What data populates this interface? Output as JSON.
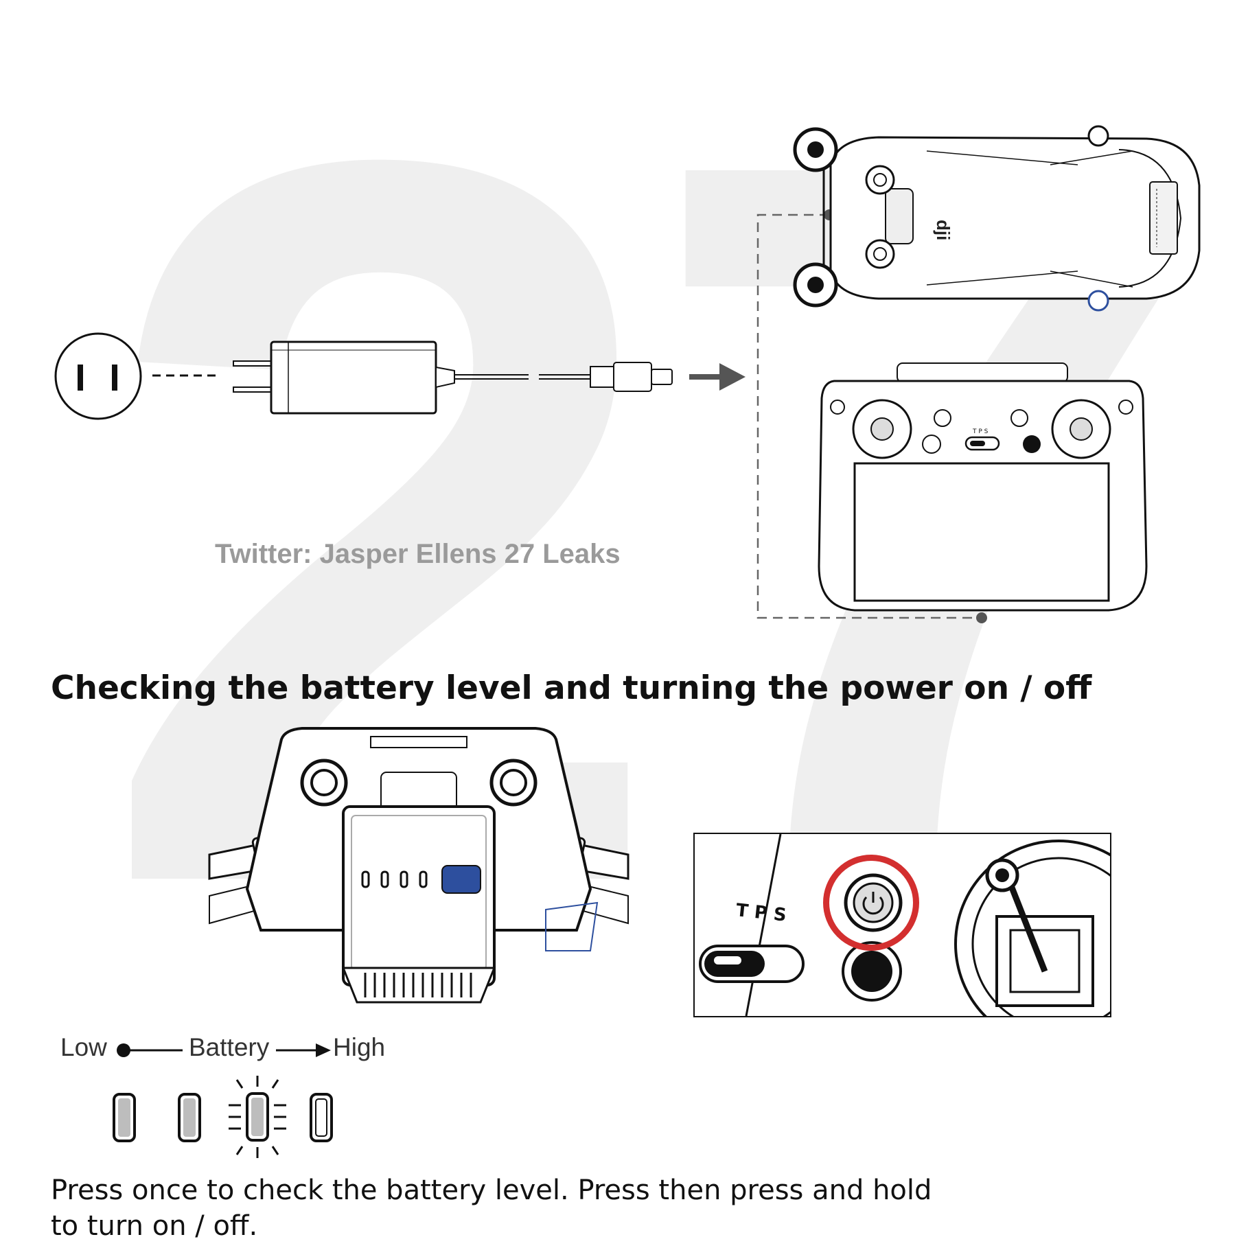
{
  "watermark": {
    "number": "27",
    "credit": "Twitter: Jasper Ellens 27 Leaks"
  },
  "section": {
    "title": "Checking the battery level and turning the power on / off"
  },
  "charging_diagram": {
    "remote_switch_label": "T P S"
  },
  "battery_legend": {
    "low_label": "Low",
    "battery_label": "Battery",
    "high_label": "High",
    "indicator_count": 4,
    "blinking_index": 3
  },
  "closeup": {
    "switch_label": "T P S",
    "highlight_color": "#d32f2f"
  },
  "instruction": {
    "text": "Press once to check the battery level. Press then press and hold to turn on / off."
  },
  "colors": {
    "accent_blue": "#2d4f9e",
    "highlight_red": "#d32f2f",
    "watermark_gray": "#efefef"
  }
}
